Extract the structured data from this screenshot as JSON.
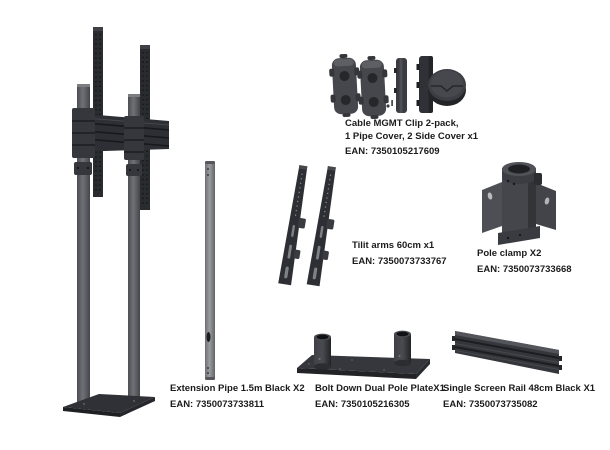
{
  "image": {
    "background": "#ffffff",
    "description_parts": [
      "dual-pole-floor-stand",
      "cable-mgmt-kit",
      "tilt-arms",
      "pole-clamp",
      "extension-pipe",
      "bolt-down-plate",
      "screen-rail"
    ]
  },
  "labels": {
    "cable_mgmt": {
      "line1": "Cable MGMT Clip 2-pack,",
      "line2": "1 Pipe Cover, 2 Side Cover x1",
      "ean": "EAN: 7350105217609"
    },
    "tilt_arms": {
      "line1": "Tilit arms 60cm x1",
      "ean": "EAN: 7350073733767"
    },
    "pole_clamp": {
      "line1": "Pole clamp X2",
      "ean": "EAN: 7350073733668"
    },
    "extension_pipe": {
      "line1": "Extension Pipe 1.5m Black X2",
      "ean": "EAN: 7350073733811"
    },
    "bolt_down_plate": {
      "line1": "Bolt Down Dual Pole PlateX1",
      "ean": "EAN: 7350105216305"
    },
    "screen_rail": {
      "line1": "Single Screen Rail 48cm Black X1",
      "ean": "EAN: 7350073735082"
    }
  },
  "colors": {
    "background": "#ffffff",
    "text": "#1b1b1d",
    "part_black": "#2e2f34",
    "part_dark_gray": "#44454a",
    "pole_gray": "#5f6065",
    "pipe_light_gray": "#8e8f93"
  }
}
